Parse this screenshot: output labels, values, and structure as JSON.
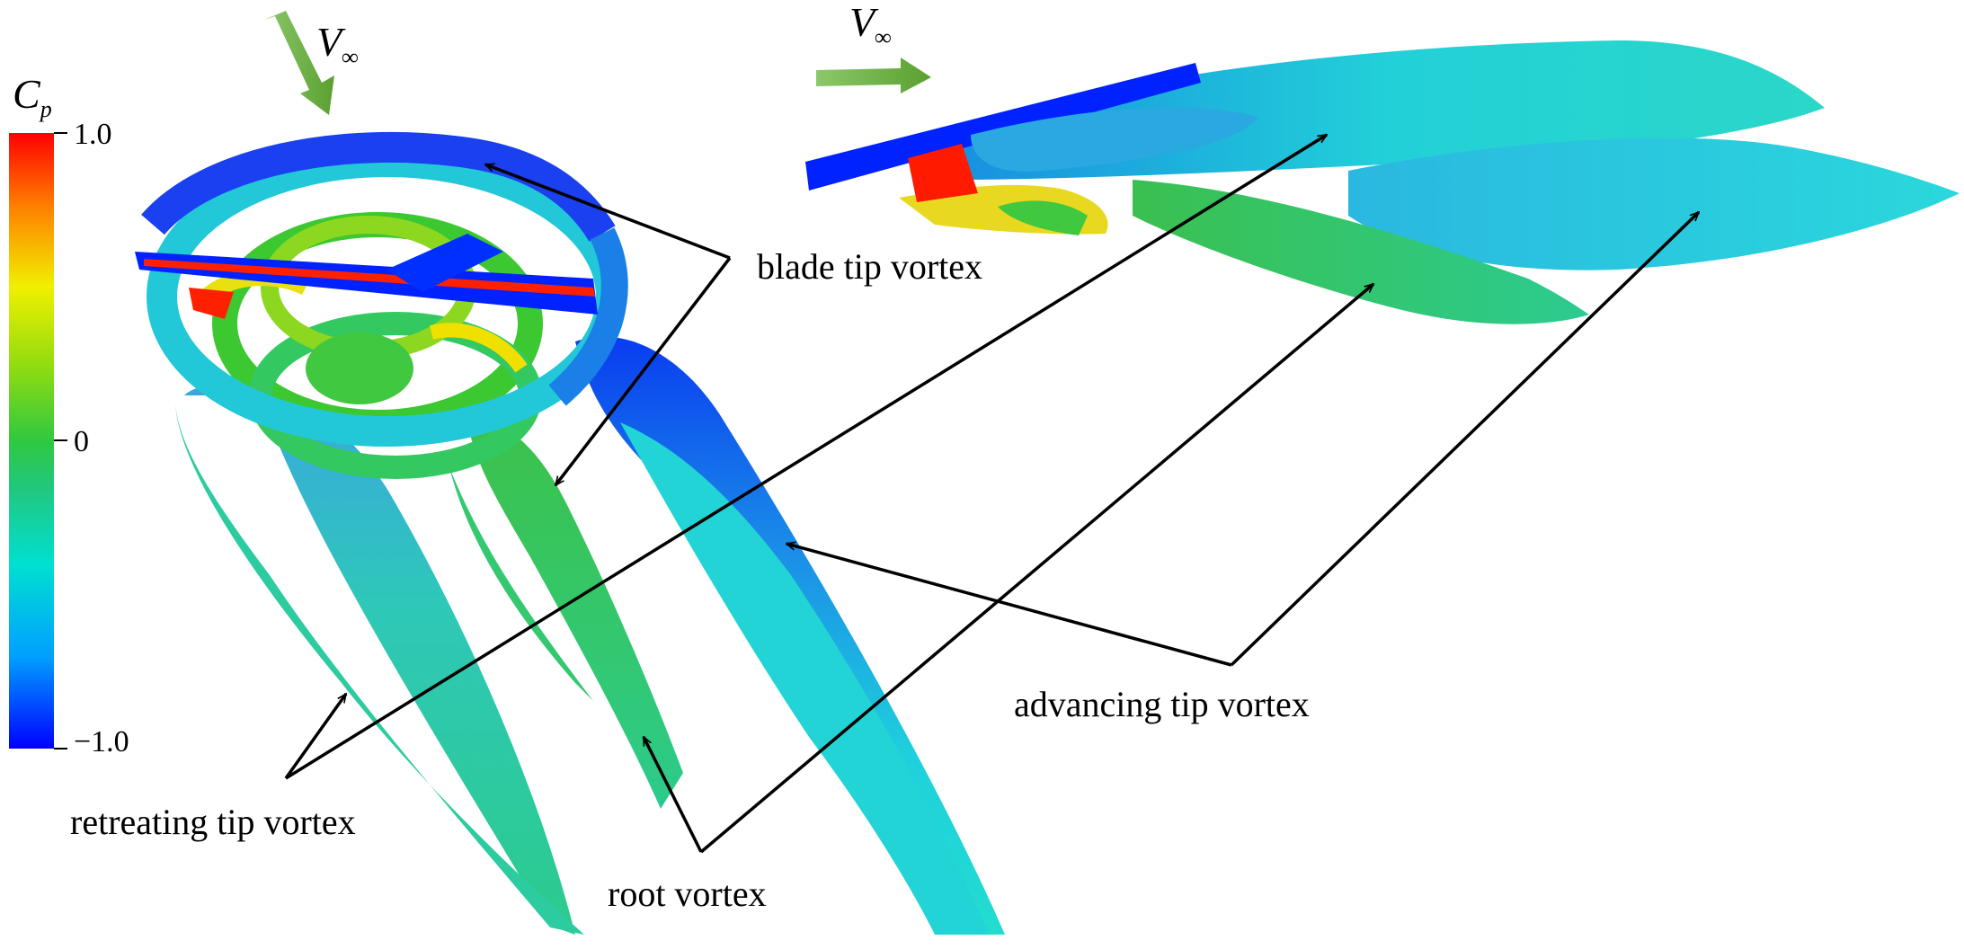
{
  "colorbar": {
    "symbol": "C",
    "symbol_subscript": "p",
    "max_label": "1.0",
    "mid_label": "0",
    "min_label": "−1.0",
    "stops": [
      "#0000ff",
      "#00c0ff",
      "#00e0c0",
      "#2cc85a",
      "#40d020",
      "#9adc10",
      "#f0f000",
      "#ff8000",
      "#ff0000"
    ]
  },
  "freestream": {
    "symbol": "V",
    "subscript": "∞",
    "arrow_color": "#6aaa3a"
  },
  "labels": {
    "blade_tip": "blade tip vortex",
    "advancing_tip": "advancing tip vortex",
    "retreating_tip": "retreating tip vortex",
    "root": "root vortex"
  },
  "colors": {
    "low": "#0000ff",
    "cyan": "#22d6da",
    "teal": "#2ccb9a",
    "green": "#33c655",
    "yellow": "#e6e600",
    "red": "#ff1a00"
  }
}
